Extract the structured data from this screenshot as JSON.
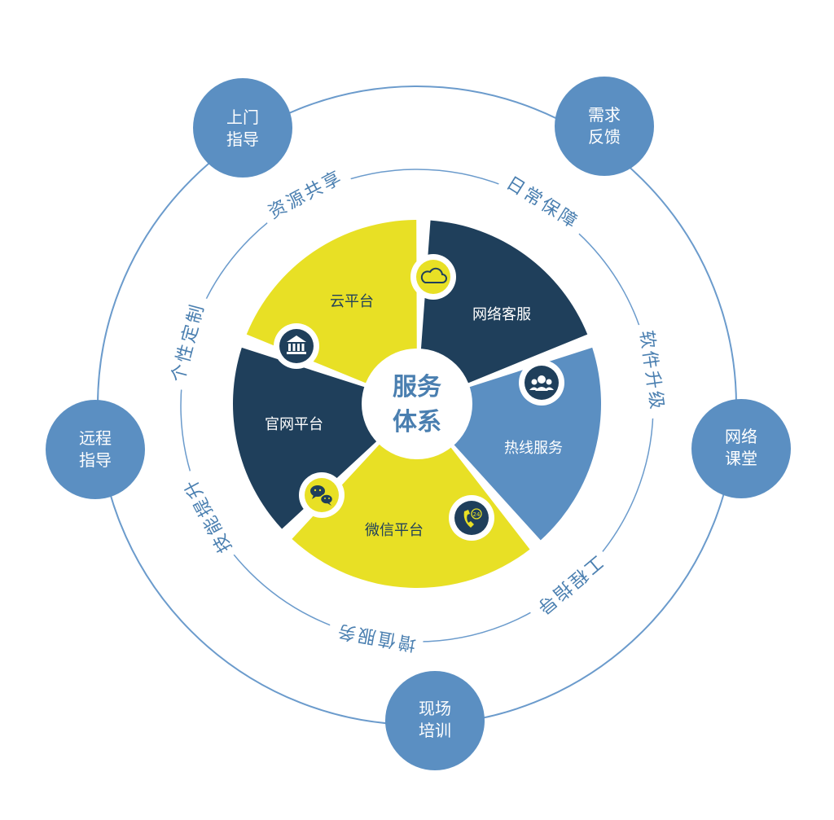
{
  "center": {
    "line1": "服务",
    "line2": "体系"
  },
  "segments": [
    {
      "label": "云平台",
      "icon": "bank-icon"
    },
    {
      "label": "网络客服",
      "icon": "cloud-icon"
    },
    {
      "label": "热线服务",
      "icon": "customer-service-icon"
    },
    {
      "label": "微信平台",
      "icon": "phone-24h-icon"
    },
    {
      "label": "官网平台",
      "icon": "wechat-icon"
    }
  ],
  "ring_labels": [
    "资源共享",
    "日常保障",
    "软件升级",
    "工程指导",
    "增值服务",
    "技能提升",
    "个性定制"
  ],
  "satellites": [
    {
      "line1": "上门",
      "line2": "指导"
    },
    {
      "line1": "需求",
      "line2": "反馈"
    },
    {
      "line1": "网络",
      "line2": "课堂"
    },
    {
      "line1": "现场",
      "line2": "培训"
    },
    {
      "line1": "远程",
      "line2": "指导"
    }
  ],
  "colors": {
    "yellow": "#e8e025",
    "navy": "#1f3f5b",
    "light_blue": "#5b8fc2",
    "circle_blue": "#5b8fc2",
    "ring_text": "#4a7fb0",
    "line": "#6b9bcc"
  }
}
